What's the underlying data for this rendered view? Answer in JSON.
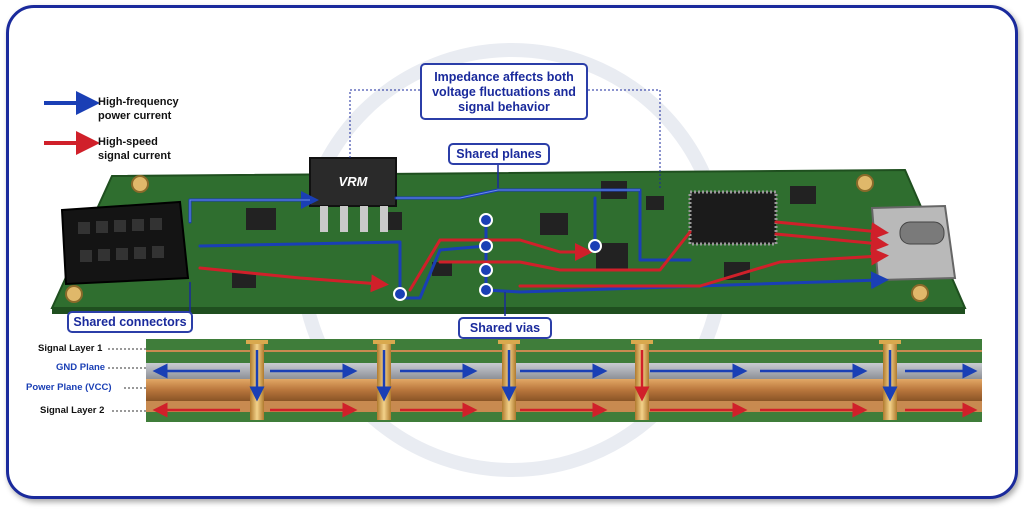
{
  "legend": {
    "power": {
      "label": "High-frequency power current",
      "line1": "High-frequency",
      "line2": "power current",
      "color": "#1a3fb5"
    },
    "signal": {
      "label": "High-speed signal current",
      "line1": "High-speed",
      "line2": "signal current",
      "color": "#d0202a"
    }
  },
  "callouts": {
    "impedance": {
      "line1": "Impedance affects both",
      "line2": "voltage fluctuations and",
      "line3": "signal behavior"
    },
    "planes": "Shared planes",
    "connectors": "Shared connectors",
    "vias": "Shared vias"
  },
  "components": {
    "vrm": "VRM"
  },
  "layers": [
    {
      "label": "Signal Layer 1",
      "color": "#111111"
    },
    {
      "label": "GND Plane",
      "color": "#1a3fb5"
    },
    {
      "label": "Power Plane (VCC)",
      "color": "#1a3fb5"
    },
    {
      "label": "Signal Layer 2",
      "color": "#111111"
    }
  ],
  "colors": {
    "frame": "#1a2a9c",
    "pcb": "#2f6e2f",
    "copper": "#c8894a"
  }
}
